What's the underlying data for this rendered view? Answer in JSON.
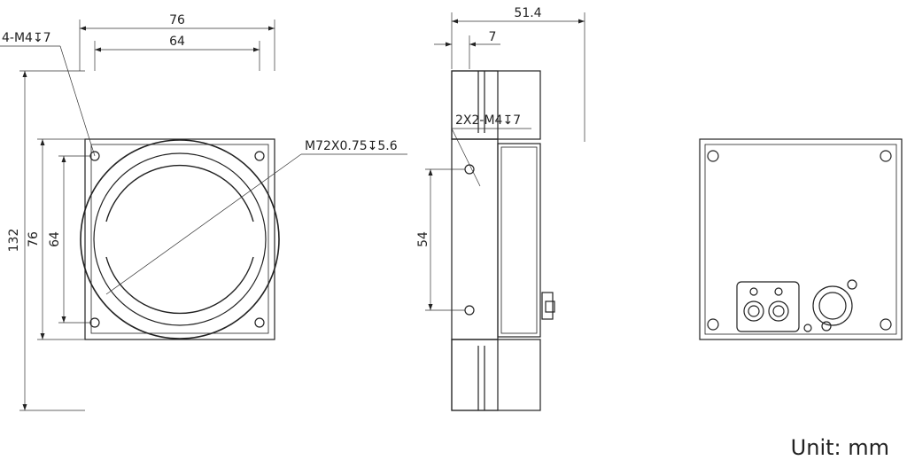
{
  "dimensions": {
    "front_width_total": "76",
    "front_hole_spacing_x": "64",
    "front_height_total": "132",
    "front_height_body": "76",
    "front_hole_spacing_y": "64",
    "side_depth_total": "51.4",
    "side_offset": "7",
    "side_hole_spacing": "54"
  },
  "callouts": {
    "front_holes": "4-M4↧7",
    "lens_mount": "M72X0.75↧5.6",
    "side_holes": "2X2-M4↧7"
  },
  "unit_label": "Unit: mm"
}
